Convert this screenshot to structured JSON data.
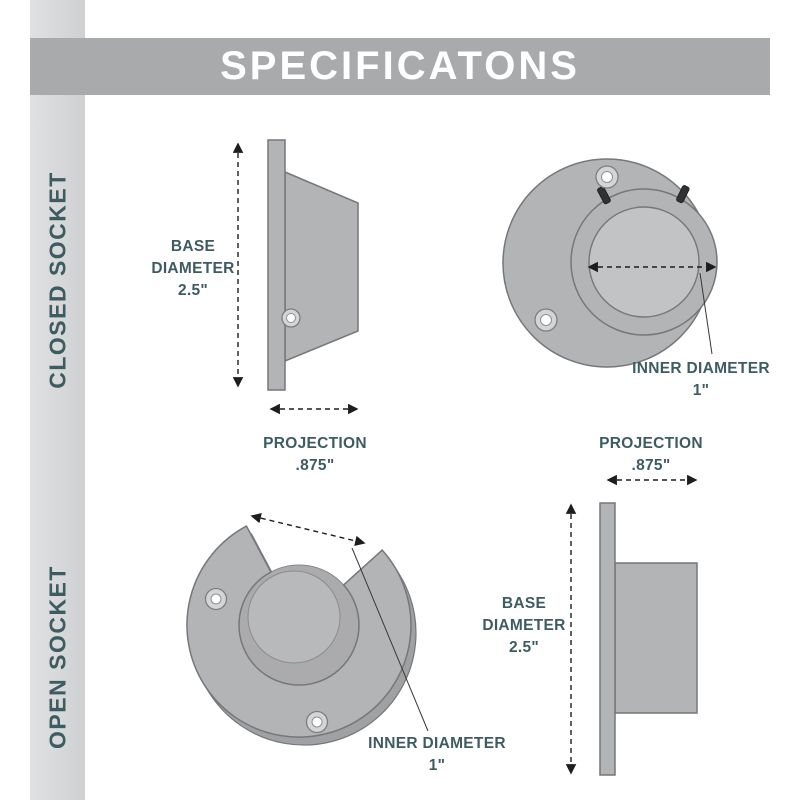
{
  "banner": {
    "title": "SPECIFICATONS"
  },
  "sidebar": {
    "closed_label": "CLOSED SOCKET",
    "open_label": "OPEN SOCKET"
  },
  "colors": {
    "banner_bg": "#a8aaac",
    "banner_text": "#ffffff",
    "strip_bg": "#cfd0d2",
    "strip_bg_light": "#e0e1e2",
    "teal": "#3d5c61",
    "shape_fill": "#b3b4b6",
    "shape_fill_dark": "#a0a1a3",
    "shape_inner": "#c2c3c5",
    "shape_stroke": "#75777a",
    "hole_fill": "#d4d5d7",
    "dim_line": "#1d1d1d"
  },
  "closed_socket": {
    "side_view": {
      "base_diameter": {
        "line1": "BASE",
        "line2": "DIAMETER",
        "value": "2.5\""
      },
      "projection": {
        "line1": "PROJECTION",
        "value": ".875\""
      }
    },
    "front_view": {
      "inner_diameter": {
        "line1": "INNER DIAMETER",
        "value": "1\""
      }
    }
  },
  "open_socket": {
    "front_view": {
      "inner_diameter": {
        "line1": "INNER DIAMETER",
        "value": "1\""
      }
    },
    "side_view": {
      "projection": {
        "line1": "PROJECTION",
        "value": ".875\""
      },
      "base_diameter": {
        "line1": "BASE",
        "line2": "DIAMETER",
        "value": "2.5\""
      }
    }
  }
}
